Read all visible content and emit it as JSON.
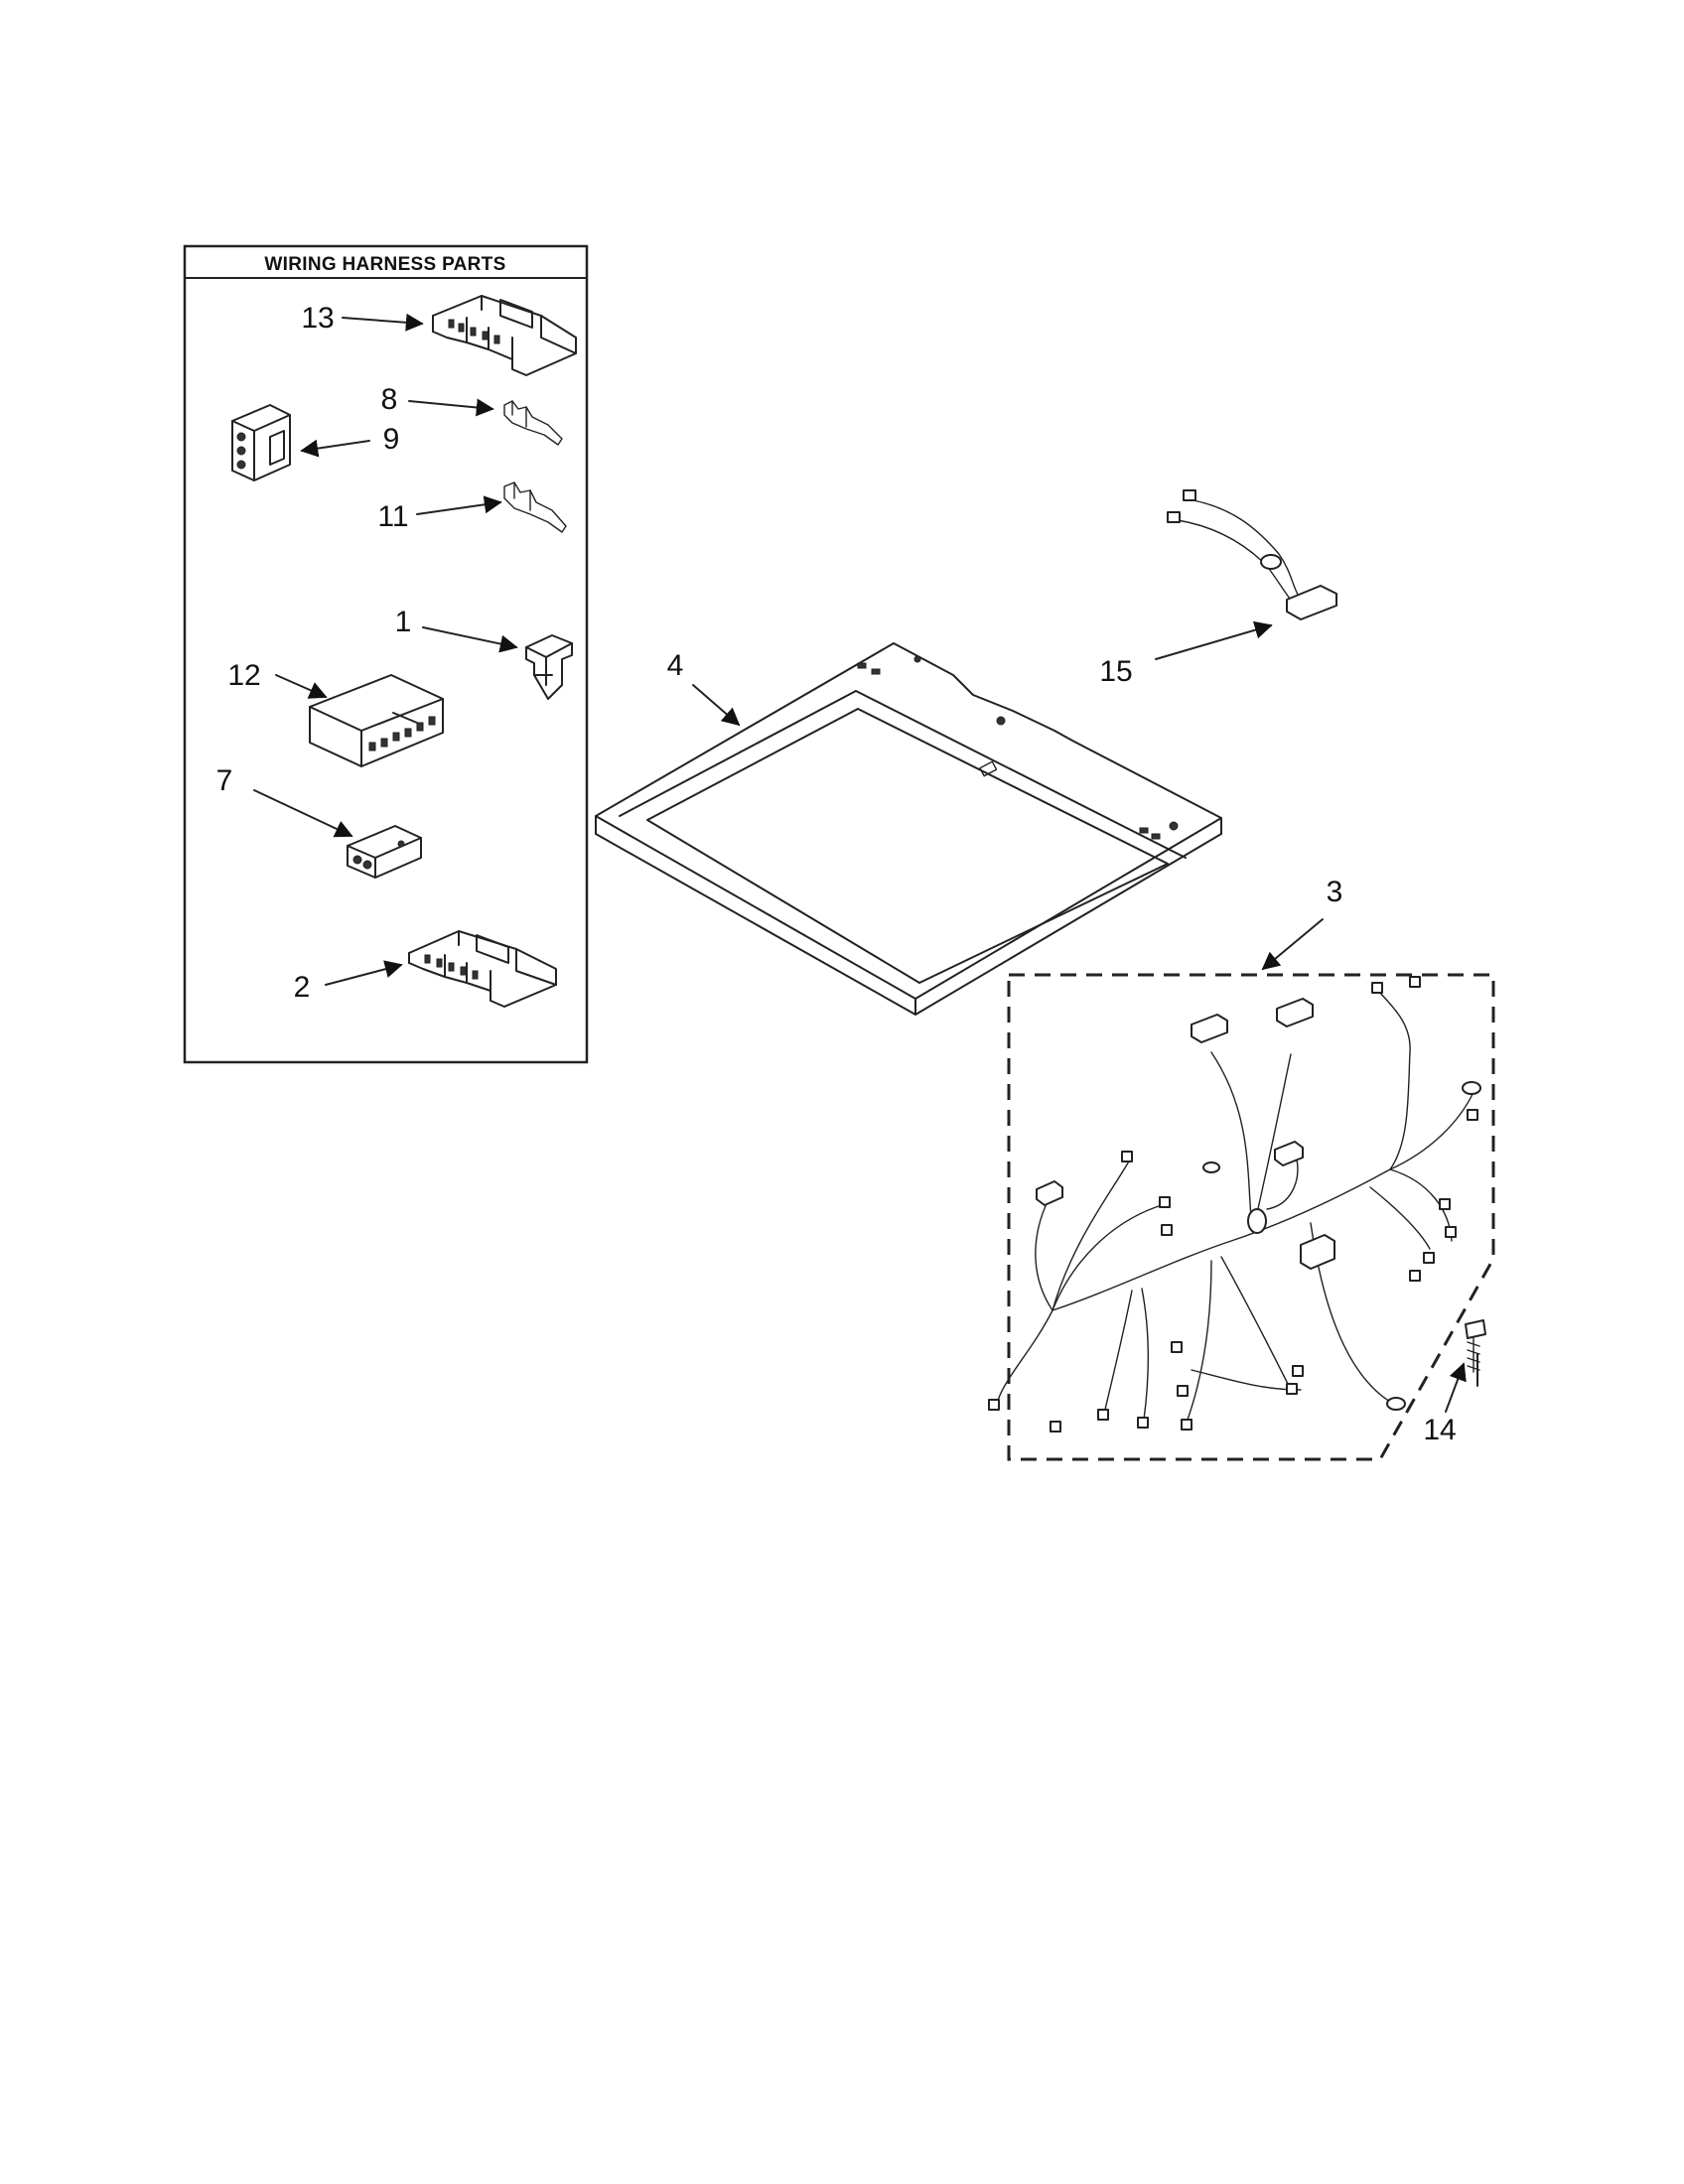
{
  "diagram": {
    "inset_box": {
      "title": "WIRING HARNESS PARTS"
    },
    "callouts": {
      "c13": "13",
      "c8": "8",
      "c9": "9",
      "c11": "11",
      "c1": "1",
      "c12": "12",
      "c7": "7",
      "c2": "2",
      "c4": "4",
      "c15": "15",
      "c3": "3",
      "c14": "14"
    }
  }
}
